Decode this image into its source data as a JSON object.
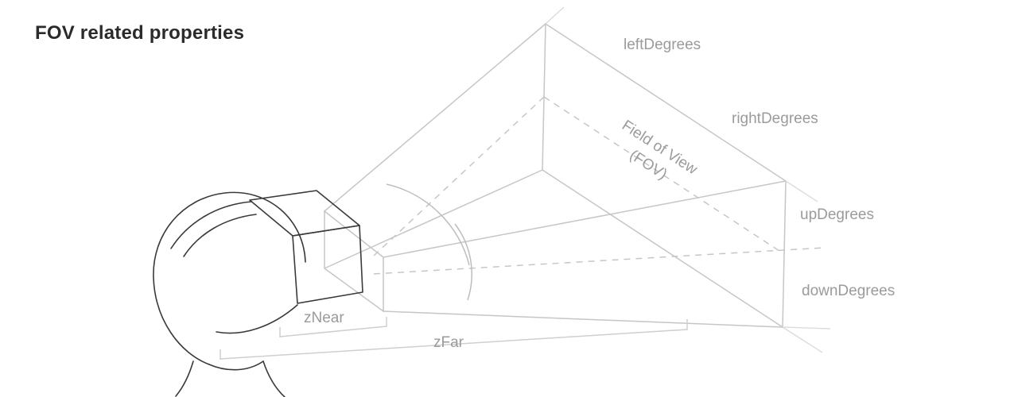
{
  "title": "FOV related properties",
  "colors": {
    "title_text": "#2b2b2b",
    "label_text": "#9b9b9b",
    "frustum_line": "#c6c6c6",
    "sketch_line": "#3a3a3a",
    "background": "#ffffff"
  },
  "diagram": {
    "labels": {
      "left_degrees": "leftDegrees",
      "right_degrees": "rightDegrees",
      "up_degrees": "upDegrees",
      "down_degrees": "downDegrees",
      "fov_line1": "Field of View",
      "fov_line2": "(FOV)",
      "z_near": "zNear",
      "z_far": "zFar"
    }
  }
}
